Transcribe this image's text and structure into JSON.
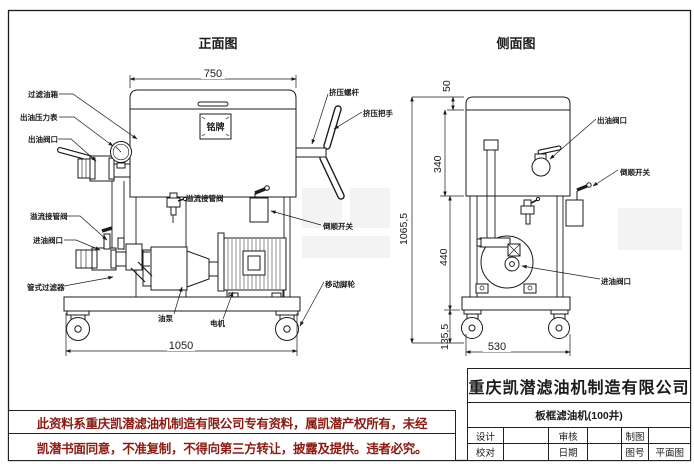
{
  "front_view": {
    "title": "正面图",
    "nameplate": "铭牌",
    "dims": {
      "tank_width": "750",
      "overall_width": "1050"
    },
    "labels": {
      "filter_tank": "过滤油箱",
      "outlet_pressure_gauge": "出油压力表",
      "outlet_valve_port": "出油阀口",
      "overflow_pipe_valve_left": "溢流接管阀",
      "inlet_valve_port": "进油阀口",
      "tube_filter": "管式过滤器",
      "oil_pump": "油泵",
      "motor": "电机",
      "caster": "移动脚轮",
      "press_screw": "挤压螺杆",
      "press_handle": "挤压把手",
      "overflow_pipe_valve_mid": "溢流接管阀",
      "reverse_switch": "倒顺开关"
    }
  },
  "side_view": {
    "title": "侧面图",
    "dims": {
      "lid_height": "50",
      "tank_height": "340",
      "overall_height": "1065,5",
      "frame_height": "440",
      "base_height": "135,5",
      "frame_width": "530"
    },
    "labels": {
      "outlet_valve_port": "出油阀口",
      "reverse_switch": "倒顺开关",
      "inlet_valve_port": "进油阀口"
    }
  },
  "title_block": {
    "company": "重庆凯潜滤油机制造有限公司",
    "product": "板框滤油机(100井)",
    "row1": {
      "c1": "设计",
      "c2": "",
      "c3": "审核",
      "c4": "",
      "c5": "制图",
      "c6": ""
    },
    "row2": {
      "c1": "校对",
      "c2": "",
      "c3": "日期",
      "c4": "",
      "c5": "图号",
      "c6": "平面图"
    }
  },
  "disclaimer": {
    "line1": "此资料系重庆凯潜滤油机制造有限公司专有资料，属凯潜产权所有，未经",
    "line2": "凯潜书面同意，不准复制，不得向第三方转让，披露及提供。违者必究。"
  }
}
